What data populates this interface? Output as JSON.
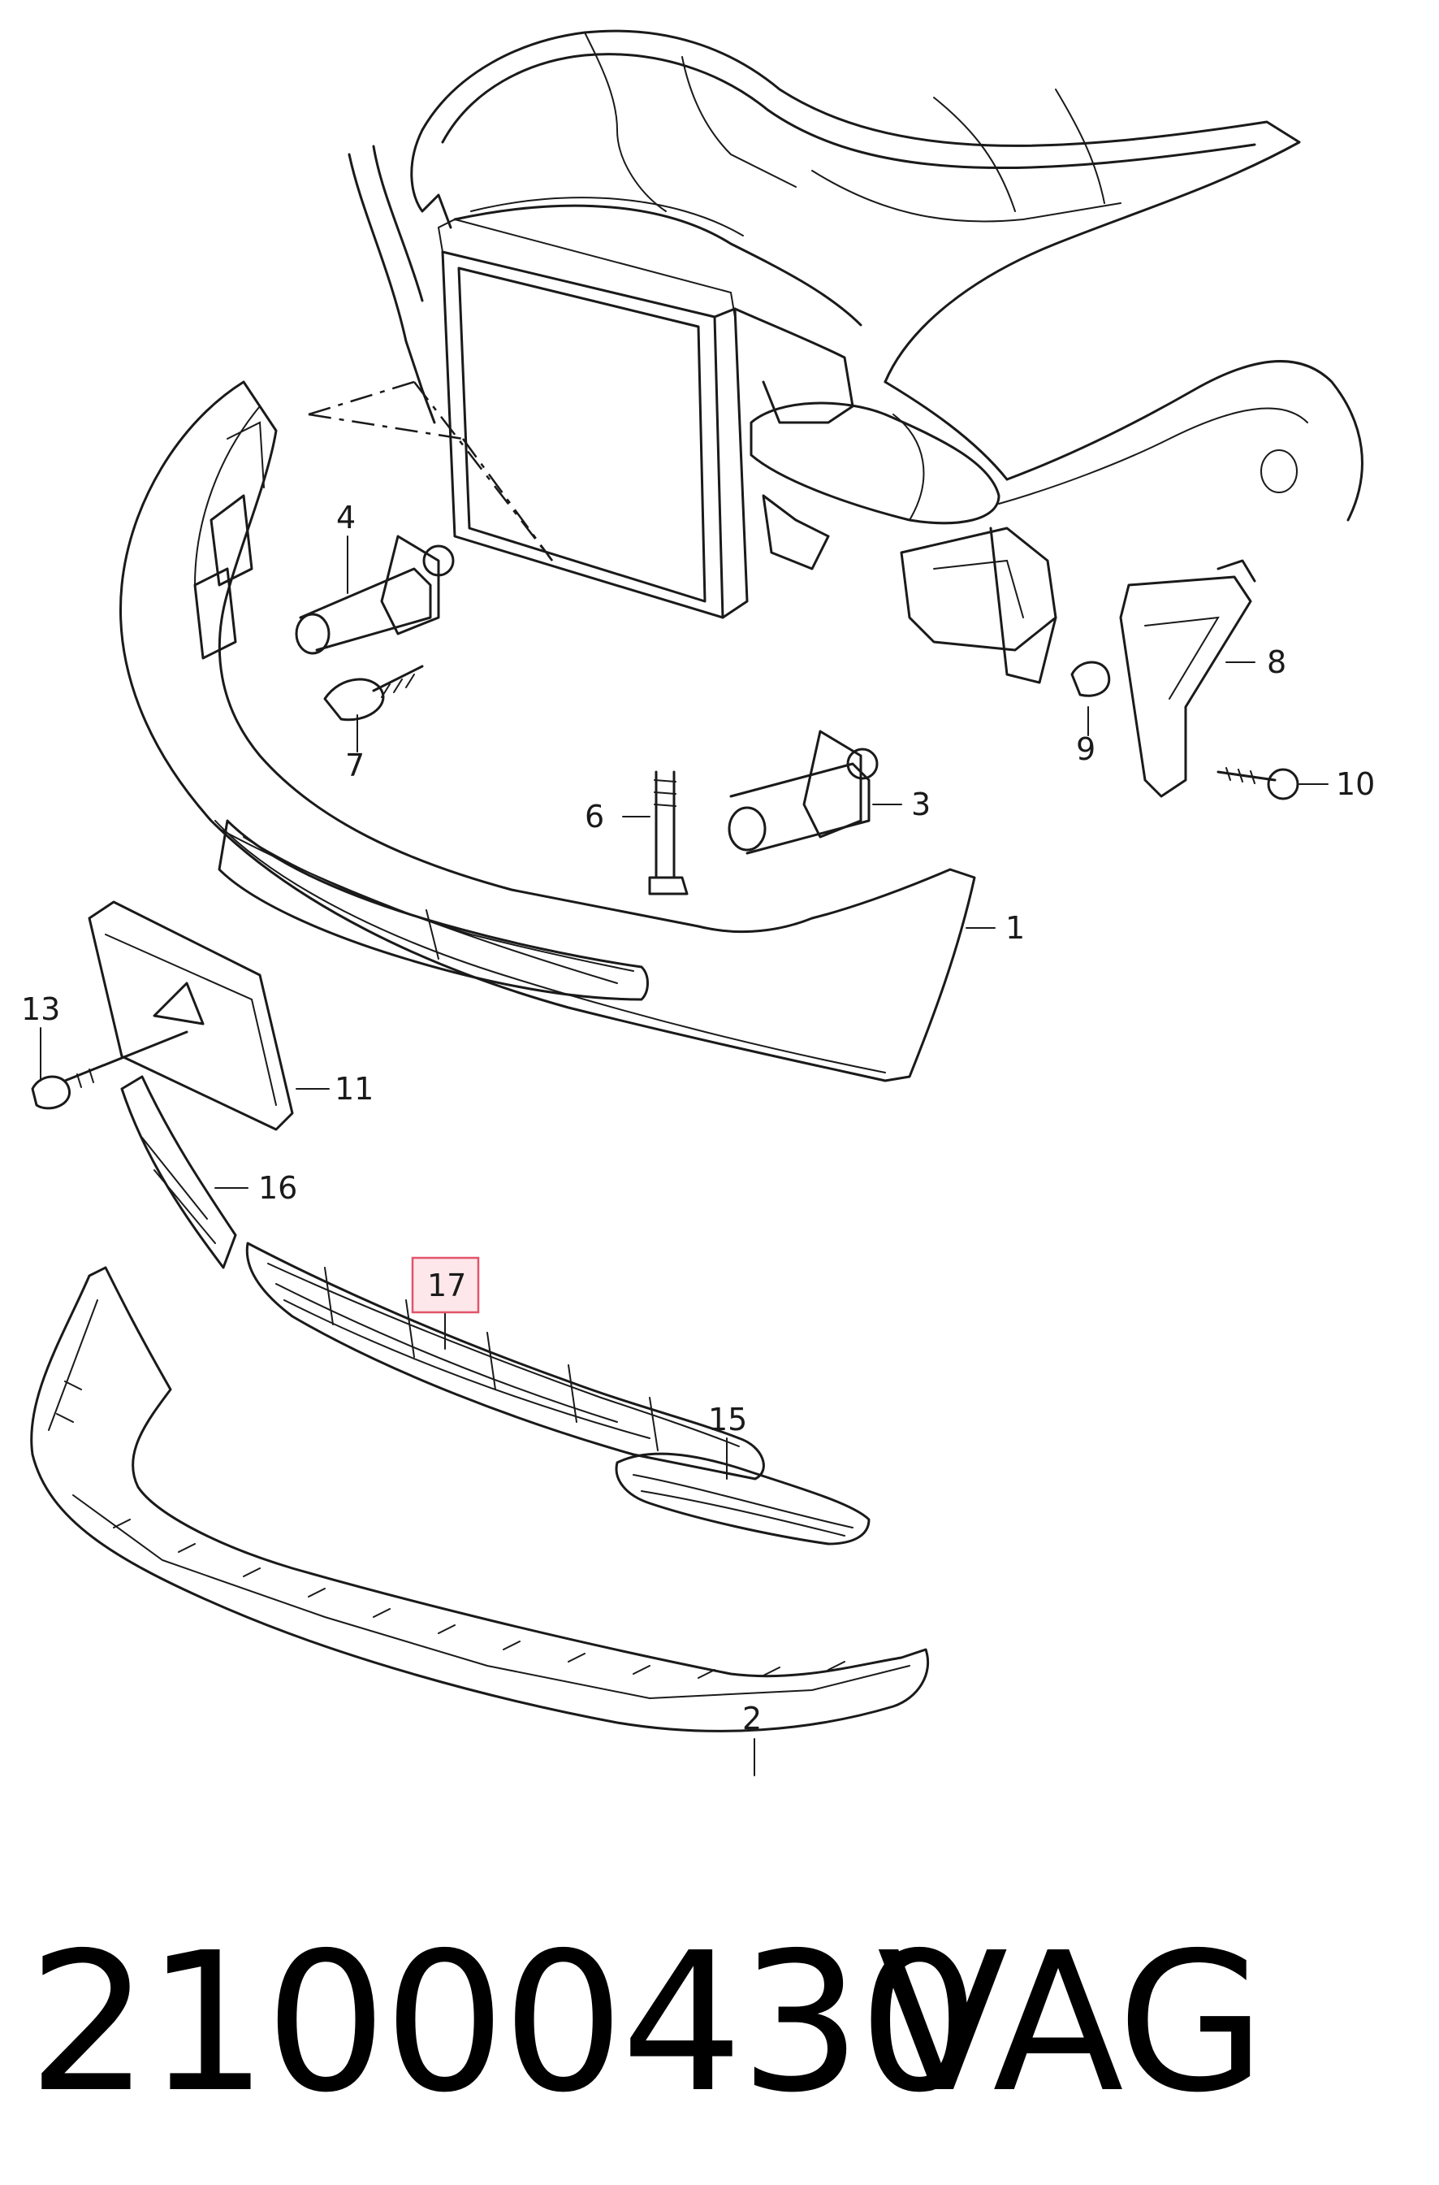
{
  "diagram": {
    "callouts": [
      {
        "id": "1",
        "label": "1"
      },
      {
        "id": "2",
        "label": "2"
      },
      {
        "id": "3",
        "label": "3"
      },
      {
        "id": "4",
        "label": "4"
      },
      {
        "id": "6",
        "label": "6"
      },
      {
        "id": "7",
        "label": "7"
      },
      {
        "id": "8",
        "label": "8"
      },
      {
        "id": "9",
        "label": "9"
      },
      {
        "id": "10",
        "label": "10"
      },
      {
        "id": "11",
        "label": "11"
      },
      {
        "id": "13",
        "label": "13"
      },
      {
        "id": "15",
        "label": "15"
      },
      {
        "id": "16",
        "label": "16"
      },
      {
        "id": "17",
        "label": "17",
        "highlighted": true
      }
    ],
    "highlight_color": "#e2546a"
  },
  "footer": {
    "part_number": "21000430",
    "brand": "VAG"
  }
}
